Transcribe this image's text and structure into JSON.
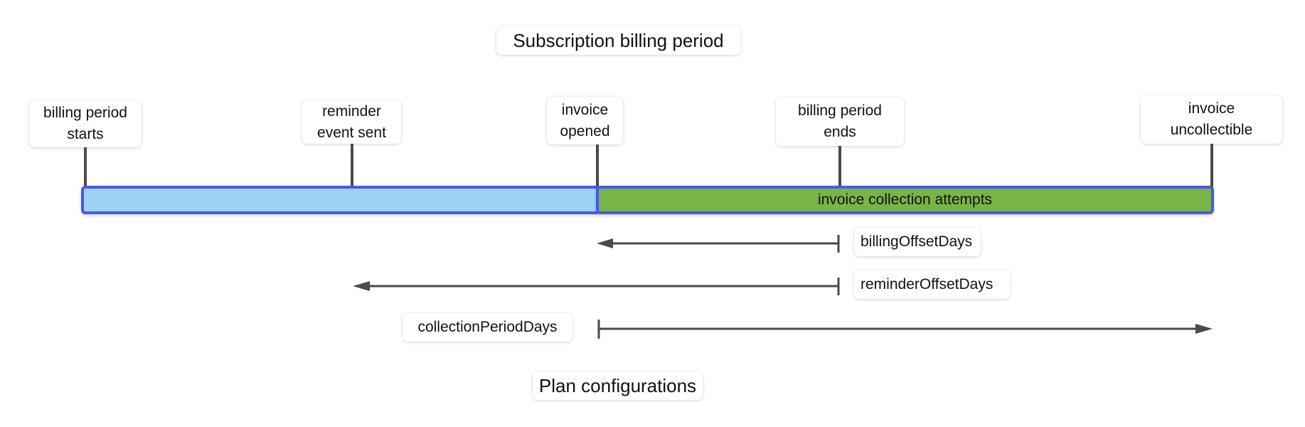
{
  "diagram": {
    "title": "Subscription billing period",
    "subtitle": "Plan configurations",
    "events": {
      "billing_period_starts": "billing period\nstarts",
      "reminder_event_sent": "reminder\nevent sent",
      "invoice_opened": "invoice\nopened",
      "billing_period_ends": "billing period\nends",
      "invoice_uncollectible": "invoice\nuncollectible"
    },
    "bar": {
      "collection_label": "invoice collection attempts",
      "pre_invoice_color": "#9dd3f4",
      "collection_color": "#79b446",
      "border_color": "#4a58e8"
    },
    "offsets": {
      "billing_offset": "billingOffsetDays",
      "reminder_offset": "reminderOffsetDays",
      "collection_period": "collectionPeriodDays"
    },
    "line_color": "#4a4a4a"
  }
}
